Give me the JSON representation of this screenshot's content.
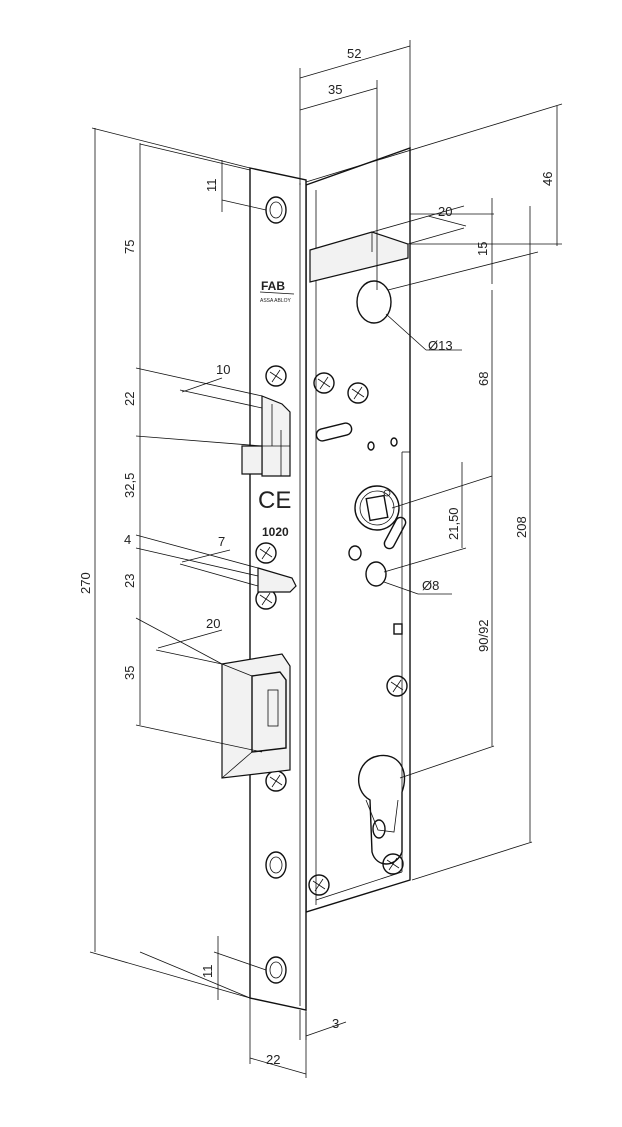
{
  "diagram": {
    "brand": {
      "logo_text": "FAB",
      "sub_text": "ASSA ABLOY"
    },
    "marking": {
      "ce": "CE",
      "code": "1020"
    },
    "dimensions": {
      "d52": "52",
      "d35_top": "35",
      "d46": "46",
      "d20_top": "20",
      "d15": "15",
      "d13": "Ø13",
      "d11_top": "11",
      "d75": "75",
      "d10": "10",
      "d22_mid": "22",
      "d68": "68",
      "d32_5": "32,5",
      "d21_50": "21,50",
      "d208": "208",
      "d4": "4",
      "d7": "7",
      "d8": "Ø8",
      "d23": "23",
      "d270": "270",
      "d20_bolt": "20",
      "d90_92": "90/92",
      "d35_bolt": "35",
      "d11_bottom": "11",
      "d3": "3",
      "d22_bottom": "22"
    }
  }
}
